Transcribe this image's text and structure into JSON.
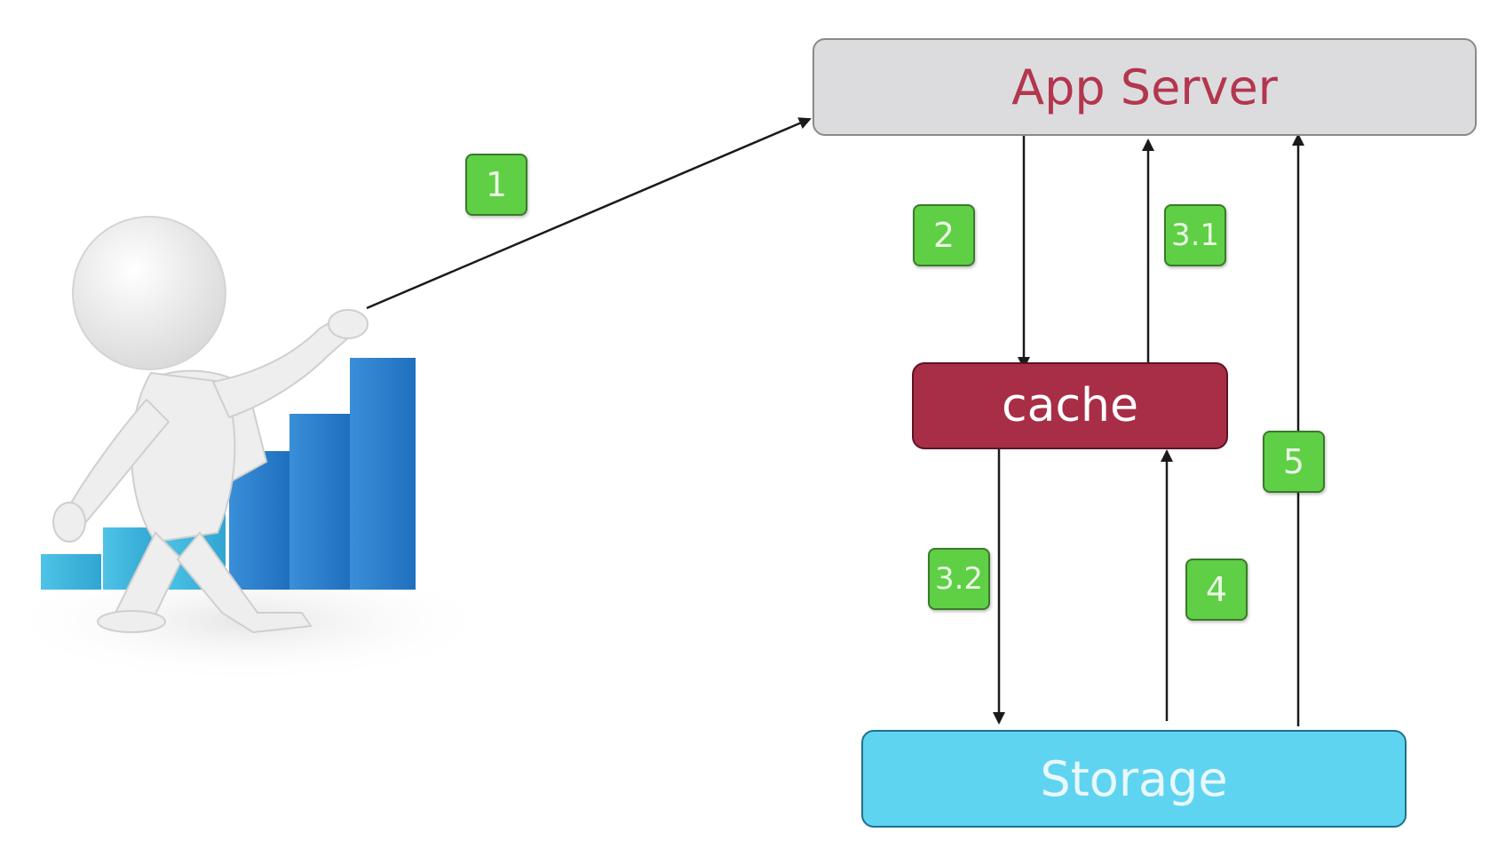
{
  "nodes": {
    "app_server": {
      "label": "App Server"
    },
    "cache": {
      "label": "cache"
    },
    "storage": {
      "label": "Storage"
    }
  },
  "steps": {
    "s1": "1",
    "s2": "2",
    "s31": "3.1",
    "s32": "3.2",
    "s4": "4",
    "s5": "5"
  },
  "colors": {
    "app_server_text": "#b3364f",
    "cache_fill": "#a82e47",
    "cache_text": "#ffffff",
    "storage_fill": "#5fd4f0",
    "storage_text": "#e9f8fc",
    "step_fill": "#5fcf45",
    "arrow": "#1a1a1a"
  },
  "illustration": {
    "icon": "person-pointing-bar-chart-icon",
    "bar_chart_values": [
      1,
      2,
      3,
      4,
      5,
      6
    ]
  }
}
